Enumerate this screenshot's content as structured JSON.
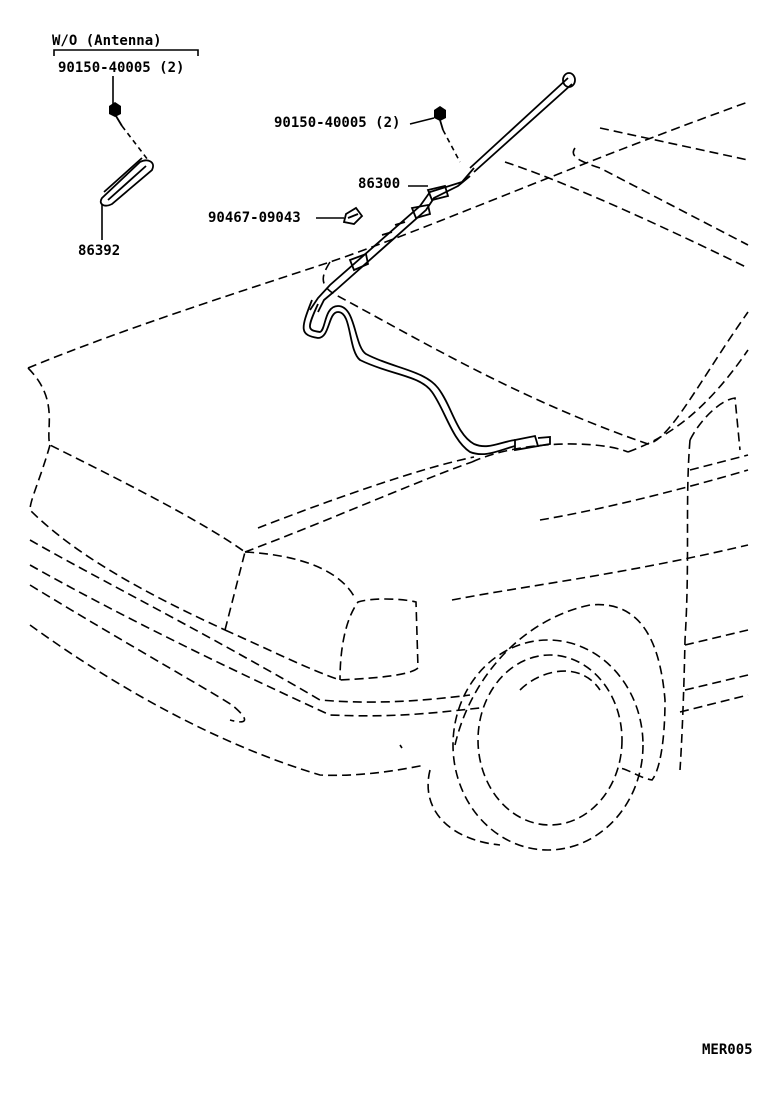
{
  "note_header": "W/O (Antenna)",
  "callouts": {
    "bolt_left": "90150-40005 (2)",
    "bolt_right": "90150-40005 (2)",
    "antenna_assy": "86300",
    "clip": "90467-09043",
    "cover": "86392"
  },
  "diagram_code": "MER005"
}
